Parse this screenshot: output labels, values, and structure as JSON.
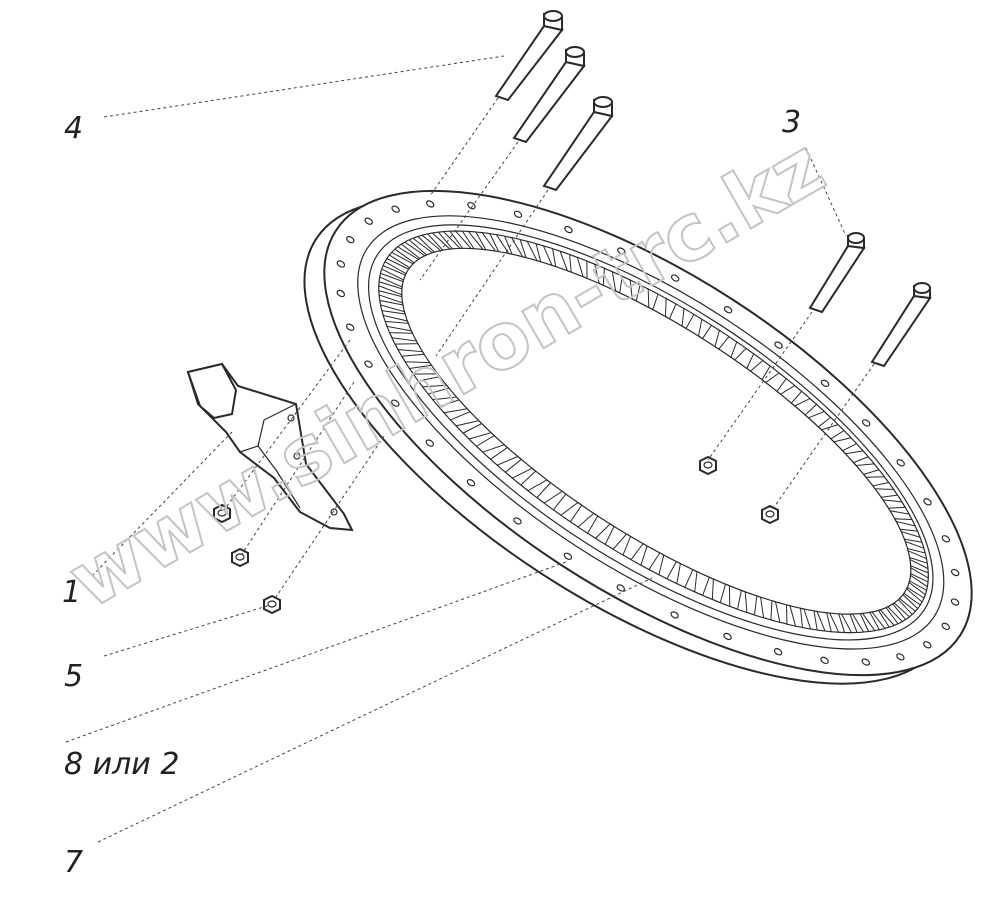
{
  "labels": {
    "l4": "4",
    "l3": "3",
    "l1": "1",
    "l5": "5",
    "l8": "8 или 2",
    "l7": "7"
  },
  "watermark": "www.sinhron-trc.kz",
  "colors": {
    "line": "#2a2a2a",
    "watermark": "#c4c4c4",
    "background": "#ffffff"
  }
}
